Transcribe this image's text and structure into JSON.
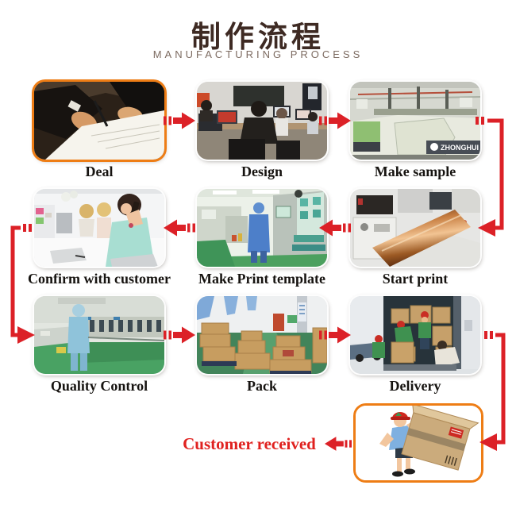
{
  "header": {
    "title": "制作流程",
    "subtitle": "MANUFACTURING PROCESS"
  },
  "steps": [
    {
      "id": "deal",
      "label": "Deal"
    },
    {
      "id": "design",
      "label": "Design"
    },
    {
      "id": "make-sample",
      "label": "Make sample",
      "photo_text": "ZHONGHUI"
    },
    {
      "id": "confirm-with-customer",
      "label": "Confirm with customer"
    },
    {
      "id": "make-print-template",
      "label": "Make Print template"
    },
    {
      "id": "start-print",
      "label": "Start print"
    },
    {
      "id": "quality-control",
      "label": "Quality Control"
    },
    {
      "id": "pack",
      "label": "Pack"
    },
    {
      "id": "delivery",
      "label": "Delivery"
    },
    {
      "id": "customer-received",
      "label": "Customer received"
    }
  ],
  "colors": {
    "arrow_red": "#dc2127",
    "accent_orange": "#ee7d15",
    "title_brown": "#3e2a23",
    "subtitle_gray": "#7c6a60",
    "final_label_red": "#e0211f"
  }
}
